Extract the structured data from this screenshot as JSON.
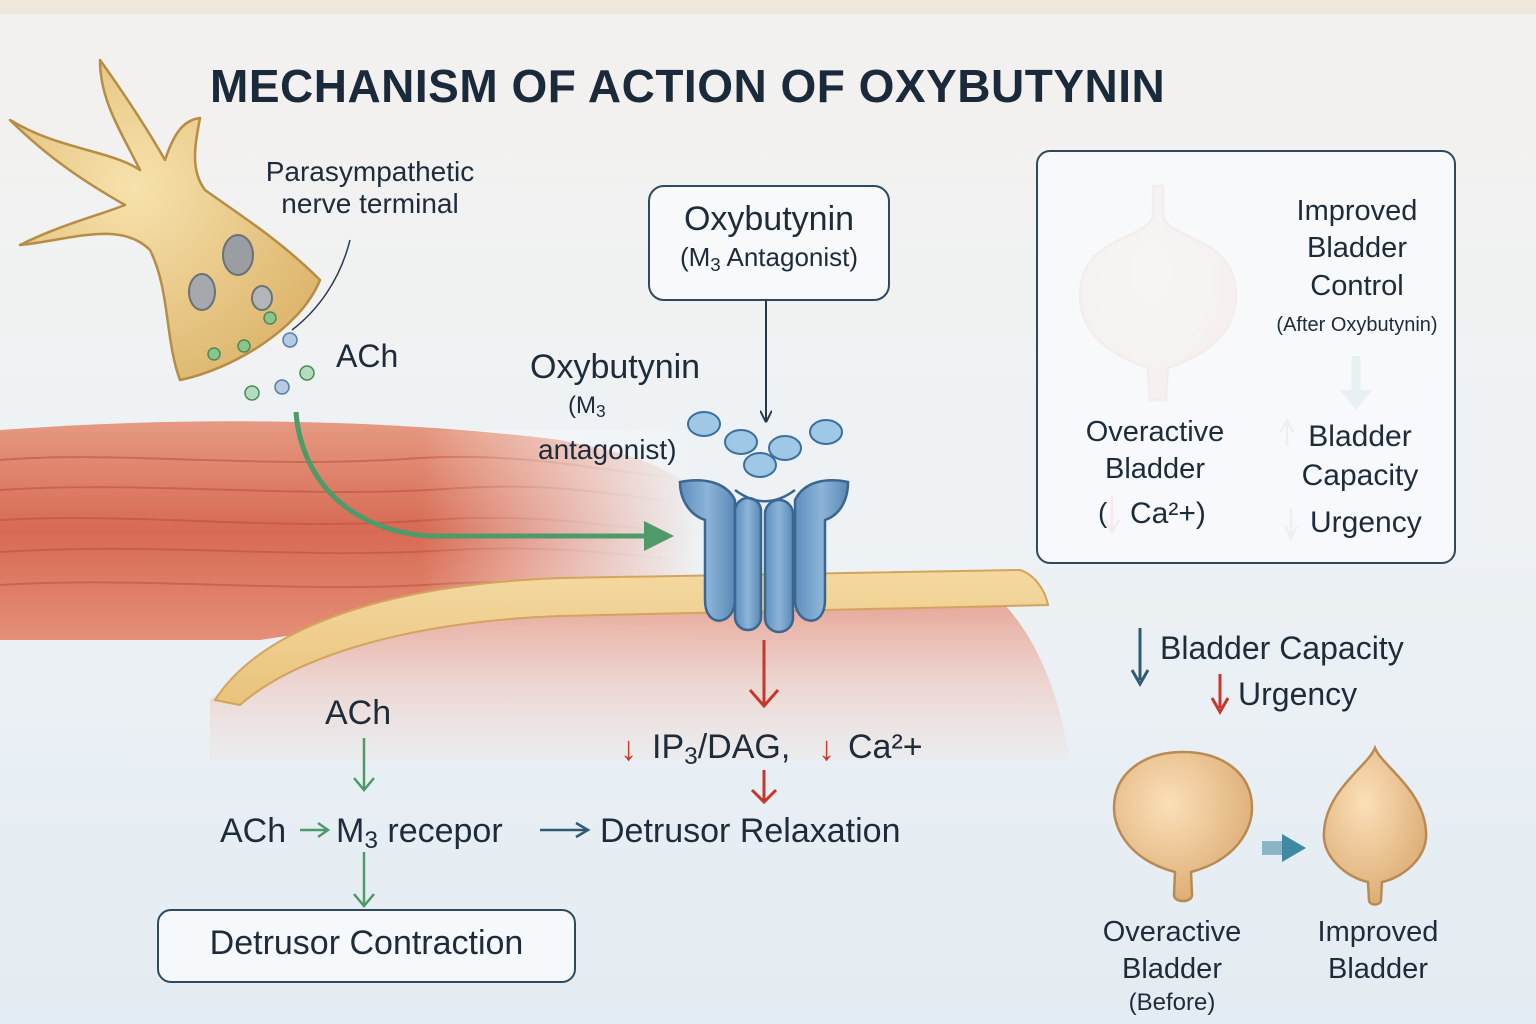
{
  "title": "MECHANISM OF ACTION OF OXYBUTYNIN",
  "nerve": {
    "label_line1": "Parasympathetic",
    "label_line2": "nerve terminal",
    "ach": "ACh"
  },
  "drug_box": {
    "name": "Oxybutynin",
    "role_prefix": "(M",
    "role_sub": "3",
    "role_suffix": " Antagonist)"
  },
  "drug_label": {
    "name": "Oxybutynin",
    "line2_prefix": "(M",
    "line2_sub": "3",
    "line3": "antagonist)"
  },
  "pathway": {
    "ach": "ACh",
    "row_ach": "ACh",
    "row_m3_prefix": "M",
    "row_m3_sub": "3",
    "row_m3_suffix": " recepor",
    "contraction": "Detrusor Contraction",
    "signal_prefix": "IP",
    "signal_sub": "3",
    "signal_mid": "/DAG,",
    "signal_ca": "Ca²+",
    "relaxation": "Detrusor Relaxation"
  },
  "effects_box": {
    "left_line1": "Overactive",
    "left_line2": "Bladder",
    "left_ca_open": "(",
    "left_ca": "Ca²+)",
    "right_line1": "Improved",
    "right_line2": "Bladder",
    "right_line3": "Control",
    "right_note": "(After Oxybutynin)",
    "capacity_line1": "Bladder",
    "capacity_line2": "Capacity",
    "urgency": "Urgency"
  },
  "summary": {
    "capacity": "Bladder Capacity",
    "urgency": "Urgency"
  },
  "comparison": {
    "before_line1": "Overactive",
    "before_line2": "Bladder",
    "before_line3": "(Before)",
    "after_line1": "Improved",
    "after_line2": "Bladder"
  },
  "colors": {
    "arrow_green": "#4e9a68",
    "arrow_red": "#c8372b",
    "arrow_teal": "#3f7f8c",
    "receptor_blue": "#6f9fc8",
    "muscle_red": "#d56a55",
    "nerve_yellow": "#ecd08e"
  }
}
